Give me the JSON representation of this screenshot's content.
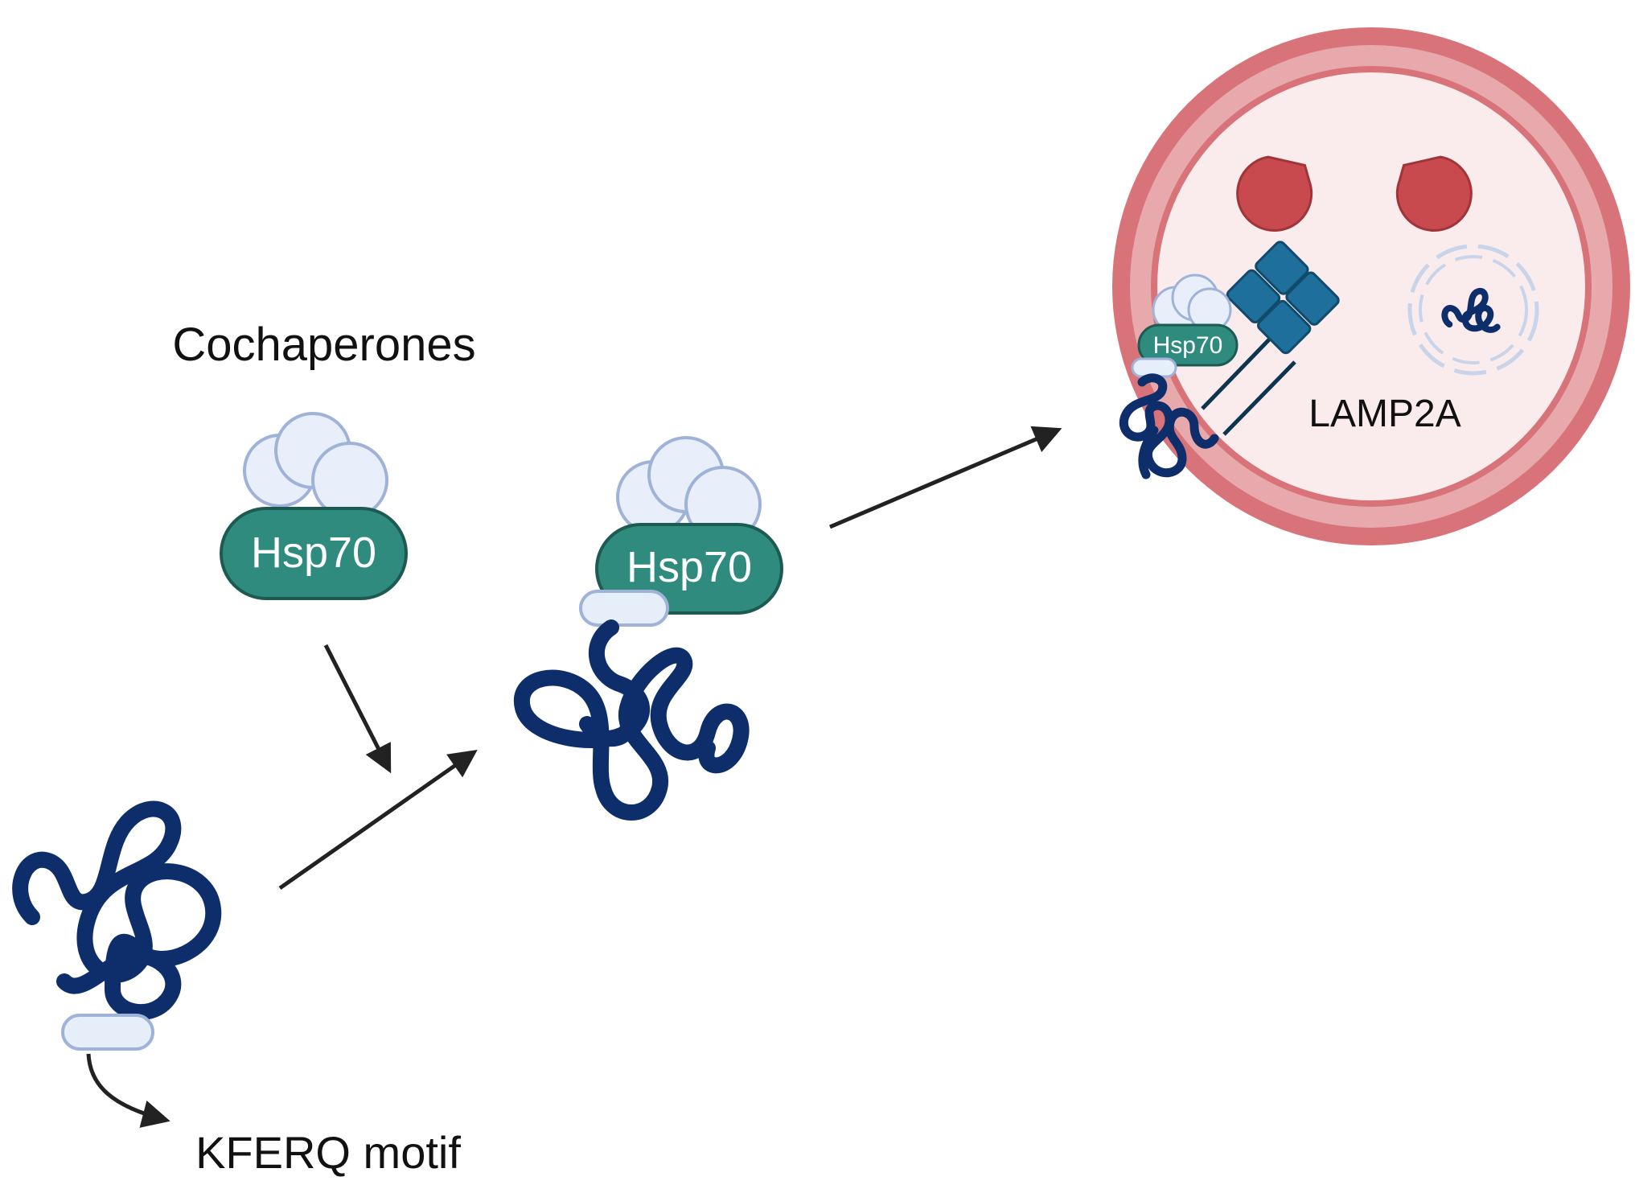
{
  "labels": {
    "cochaperones": "Cochaperones",
    "hsp70_free": "Hsp70",
    "hsp70_bound": "Hsp70",
    "hsp70_lysosome": "Hsp70",
    "lamp2a": "LAMP2A",
    "kferq": "KFERQ motif"
  },
  "colors": {
    "protein": "#0d2e6b",
    "hsp70": "#2e8b7e",
    "hsp70_stroke": "#1d5a51",
    "cochaperone_fill": "#e8effb",
    "cochaperone_stroke": "#9fb2d8",
    "motif_fill": "#e6eef9",
    "motif_stroke": "#9fb2d8",
    "lysosome_outer": "#d9737a",
    "lysosome_band": "#e8a9ad",
    "lysosome_lumen": "#faecec",
    "protease": "#c84a4e",
    "lamp2a": "#1f6f9c",
    "arrow": "#222222"
  }
}
